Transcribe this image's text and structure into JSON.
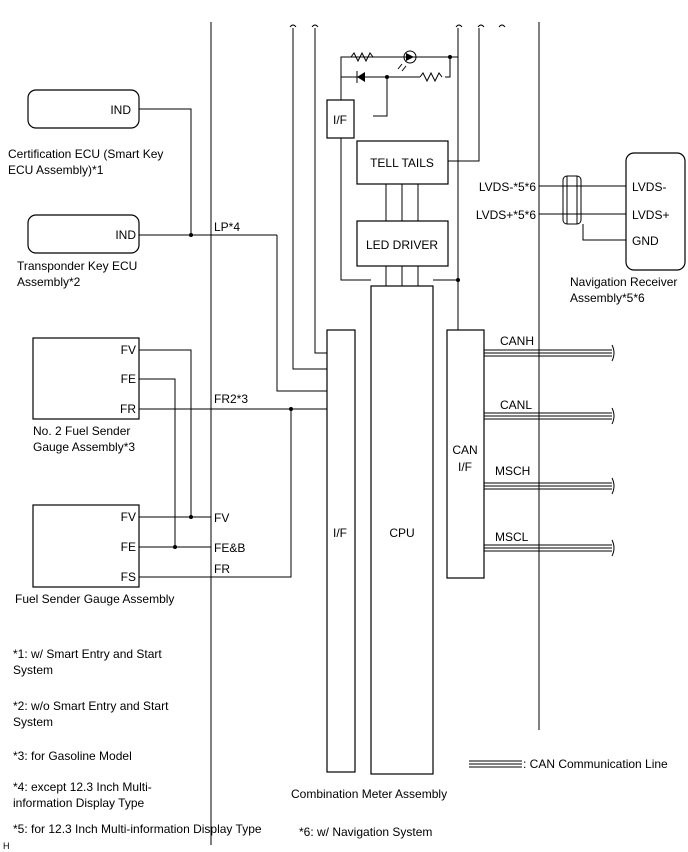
{
  "components": {
    "cert_ecu": {
      "pin": "IND",
      "label_line1": "Certification ECU (Smart Key",
      "label_line2": "ECU Assembly)*1"
    },
    "transponder_ecu": {
      "pin": "IND",
      "label_line1": "Transponder Key ECU",
      "label_line2": "Assembly*2"
    },
    "fuel_sender_no2": {
      "pins": [
        "FV",
        "FE",
        "FR"
      ],
      "label_line1": "No. 2 Fuel Sender",
      "label_line2": "Gauge Assembly*3"
    },
    "fuel_sender": {
      "pins": [
        "FV",
        "FE",
        "FS"
      ],
      "label": "Fuel Sender Gauge Assembly"
    },
    "nav_receiver": {
      "pins": [
        "LVDS-",
        "LVDS+",
        "GND"
      ],
      "label_line1": "Navigation Receiver",
      "label_line2": "Assembly*5*6"
    },
    "meter": {
      "if_small": "I/F",
      "tell_tails": "TELL TAILS",
      "led_driver": "LED DRIVER",
      "if_tall": "I/F",
      "cpu": "CPU",
      "can_if_line1": "CAN",
      "can_if_line2": "I/F",
      "label": "Combination Meter Assembly"
    }
  },
  "wires": {
    "lp": "LP*4",
    "fr2": "FR2*3",
    "fv": "FV",
    "feb": "FE&B",
    "fr": "FR",
    "lvds_minus": "LVDS-*5*6",
    "lvds_plus": "LVDS+*5*6",
    "canh": "CANH",
    "canl": "CANL",
    "msch": "MSCH",
    "mscl": "MSCL"
  },
  "legend": {
    "can_line": ": CAN Communication Line"
  },
  "notes": {
    "n1_line1": "*1: w/ Smart Entry and Start",
    "n1_line2": "System",
    "n2_line1": "*2: w/o Smart Entry and Start",
    "n2_line2": "System",
    "n3": "*3: for Gasoline Model",
    "n4_line1": "*4: except 12.3 Inch Multi-",
    "n4_line2": "information Display Type",
    "n5": "*5: for 12.3 Inch Multi-information Display Type",
    "n6": "*6: w/ Navigation System"
  },
  "corner_mark": "H"
}
